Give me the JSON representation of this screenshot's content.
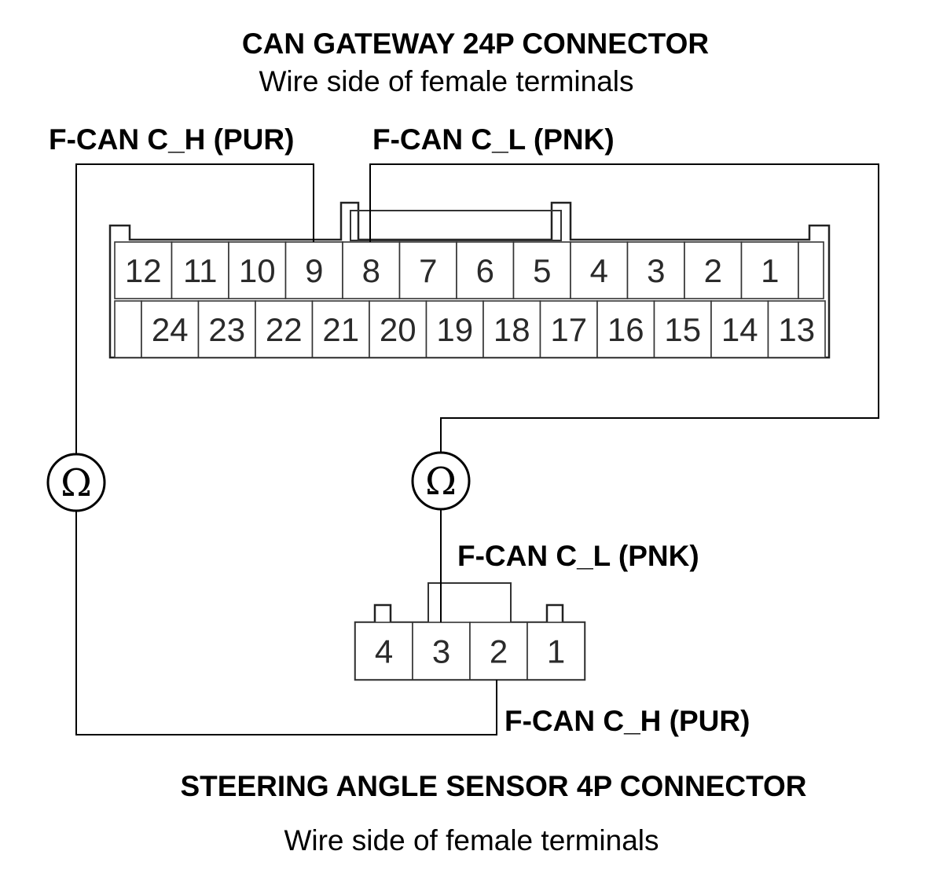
{
  "gateway": {
    "title": "CAN GATEWAY 24P CONNECTOR",
    "subtitle": "Wire side of female terminals",
    "top_row": [
      "12",
      "11",
      "10",
      "9",
      "8",
      "7",
      "6",
      "5",
      "4",
      "3",
      "2",
      "1"
    ],
    "bottom_row": [
      "24",
      "23",
      "22",
      "21",
      "20",
      "19",
      "18",
      "17",
      "16",
      "15",
      "14",
      "13"
    ]
  },
  "sensor": {
    "title": "STEERING ANGLE SENSOR 4P CONNECTOR",
    "subtitle": "Wire side of female terminals",
    "terminals": [
      "4",
      "3",
      "2",
      "1"
    ]
  },
  "wires": {
    "gateway_ch": "F-CAN C_H (PUR)",
    "gateway_cl": "F-CAN C_L (PNK)",
    "sensor_cl": "F-CAN C_L (PNK)",
    "sensor_ch": "F-CAN C_H (PUR)"
  },
  "meters": {
    "symbol": "Ω"
  }
}
